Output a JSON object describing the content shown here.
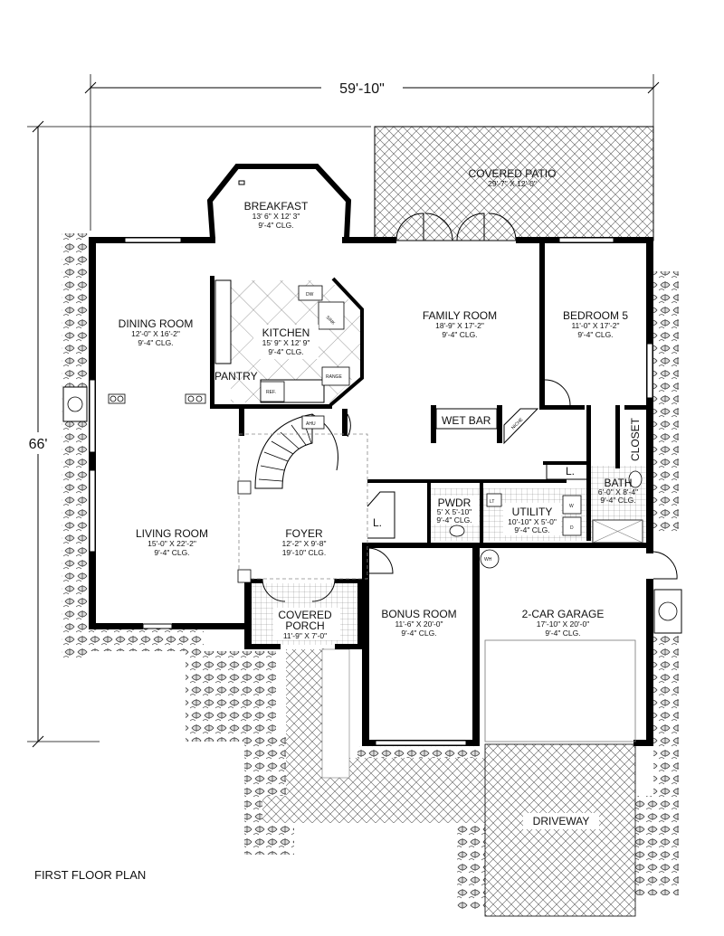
{
  "dimensions": {
    "width": "59'-10\"",
    "depth": "66'"
  },
  "footer_title": "FIRST FLOOR PLAN",
  "rooms": {
    "covered_patio": {
      "name": "COVERED PATIO",
      "dims": "29'-7\" X 12'-0\""
    },
    "breakfast": {
      "name": "BREAKFAST",
      "dims": "13' 6\" X 12' 3\"",
      "ceiling": "9'-4\" CLG."
    },
    "dining_room": {
      "name": "DINING ROOM",
      "dims": "12'-0\" X 16'-2\"",
      "ceiling": "9'-4\" CLG."
    },
    "kitchen": {
      "name": "KITCHEN",
      "dims": "15' 9\" X 12' 9\"",
      "ceiling": "9'-4\" CLG."
    },
    "pantry": {
      "name": "PANTRY"
    },
    "family_room": {
      "name": "FAMILY ROOM",
      "dims": "18'-9\" X 17'-2\"",
      "ceiling": "9'-4\" CLG."
    },
    "bedroom5": {
      "name": "BEDROOM 5",
      "dims": "11'-0\" X 17'-2\"",
      "ceiling": "9'-4\" CLG."
    },
    "wet_bar": {
      "name": "WET BAR"
    },
    "closet": {
      "name": "CLOSET"
    },
    "bath": {
      "name": "BATH",
      "dims": "6'-0\" X 8'-4\"",
      "ceiling": "9'-4\" CLG."
    },
    "pwdr": {
      "name": "PWDR",
      "dims": "5' X 5'-10\"",
      "ceiling": "9'-4\" CLG."
    },
    "utility": {
      "name": "UTILITY",
      "dims": "10'-10\" X 5'-0\"",
      "ceiling": "9'-4\" CLG."
    },
    "living_room": {
      "name": "LIVING ROOM",
      "dims": "15'-0\" X 22'-2\"",
      "ceiling": "9'-4\" CLG."
    },
    "foyer": {
      "name": "FOYER",
      "dims": "12'-2\" X 9'-8\"",
      "ceiling": "19'-10\" CLG."
    },
    "covered_porch": {
      "name": "COVERED",
      "name2": "PORCH",
      "dims": "11'-9\" X 7'-0\""
    },
    "bonus_room": {
      "name": "BONUS ROOM",
      "dims": "11'-6\" X 20'-0\"",
      "ceiling": "9'-4\" CLG."
    },
    "garage": {
      "name": "2-CAR GARAGE",
      "dims": "17'-10\" X 20'-0\"",
      "ceiling": "9'-4\" CLG."
    },
    "driveway": {
      "name": "DRIVEWAY"
    }
  },
  "fixtures": {
    "dw": "DW",
    "sink": "SINK",
    "range": "RANGE",
    "ref": "REF.",
    "ahu": "AHU",
    "niche": "NICHE",
    "linen": "L.",
    "lt": "LT",
    "wh": "WH",
    "w": "W",
    "d": "D"
  }
}
